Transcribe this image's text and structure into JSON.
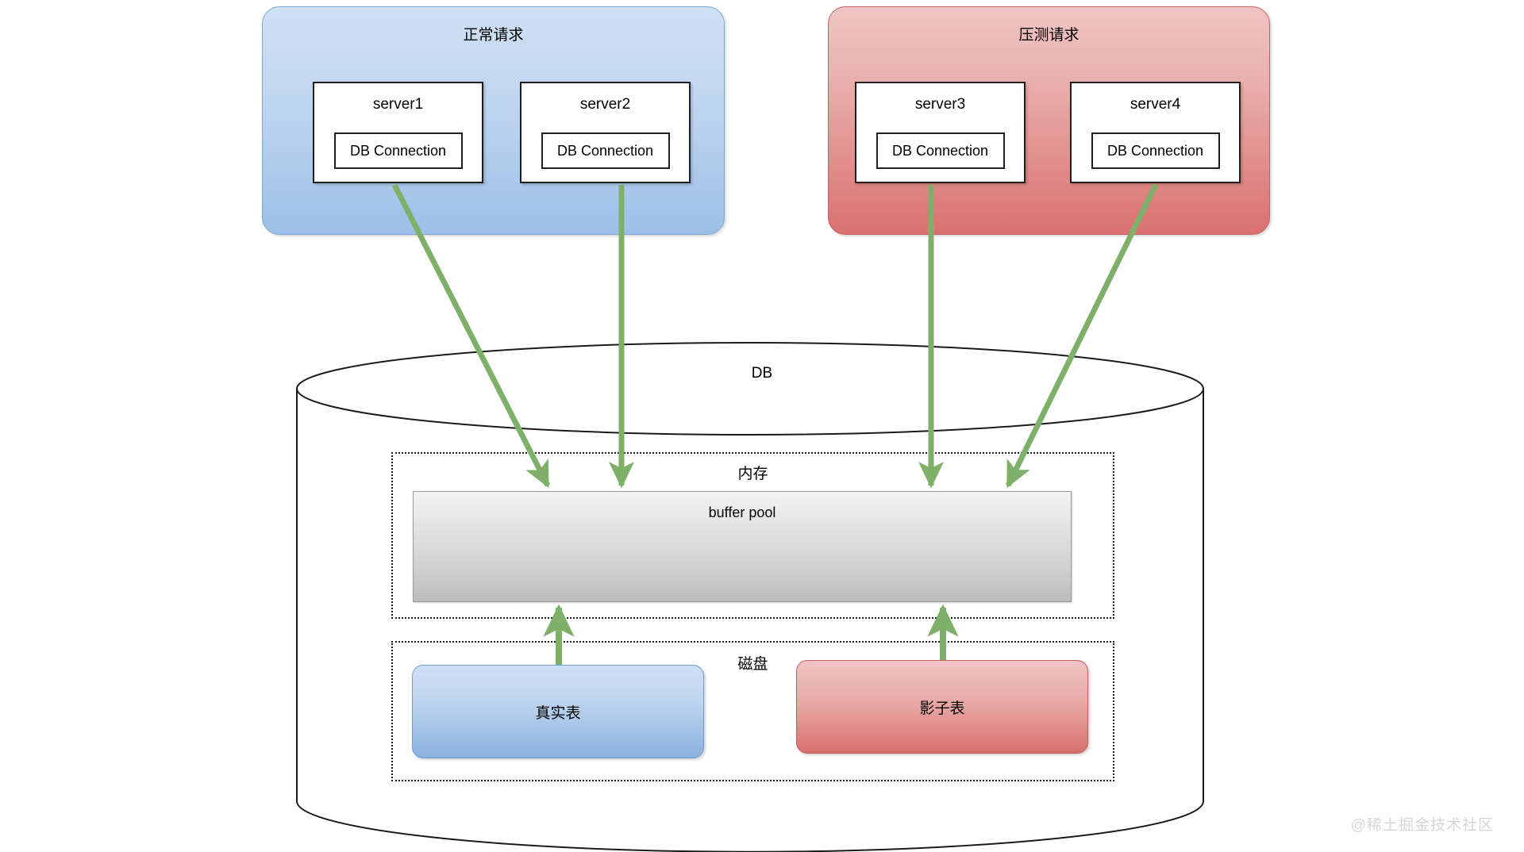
{
  "diagram": {
    "title_normal": "正常请求",
    "title_stress": "压测请求",
    "db_label": "DB",
    "memory_label": "内存",
    "disk_label": "磁盘",
    "buffer_pool_label": "buffer pool",
    "real_table_label": "真实表",
    "shadow_table_label": "影子表",
    "connection_label": "DB Connection",
    "watermark": "@稀土掘金技术社区"
  },
  "groups": [
    {
      "id": "normal",
      "title": "正常请求",
      "color": "#9dc0e8",
      "servers": [
        {
          "name": "server1",
          "connection": "DB Connection"
        },
        {
          "name": "server2",
          "connection": "DB Connection"
        }
      ]
    },
    {
      "id": "stress",
      "title": "压测请求",
      "color": "#d9716f",
      "servers": [
        {
          "name": "server3",
          "connection": "DB Connection"
        },
        {
          "name": "server4",
          "connection": "DB Connection"
        }
      ]
    }
  ],
  "db": {
    "label": "DB",
    "memory": {
      "label": "内存",
      "buffer_pool": "buffer pool"
    },
    "disk": {
      "label": "磁盘",
      "tables": [
        {
          "name": "真实表",
          "color": "#89b2e0"
        },
        {
          "name": "影子表",
          "color": "#d8706e"
        }
      ]
    }
  },
  "arrows": {
    "color": "#7fb069",
    "count": 6,
    "from_servers_to_buffer_pool": 4,
    "from_tables_to_buffer_pool": 2
  }
}
